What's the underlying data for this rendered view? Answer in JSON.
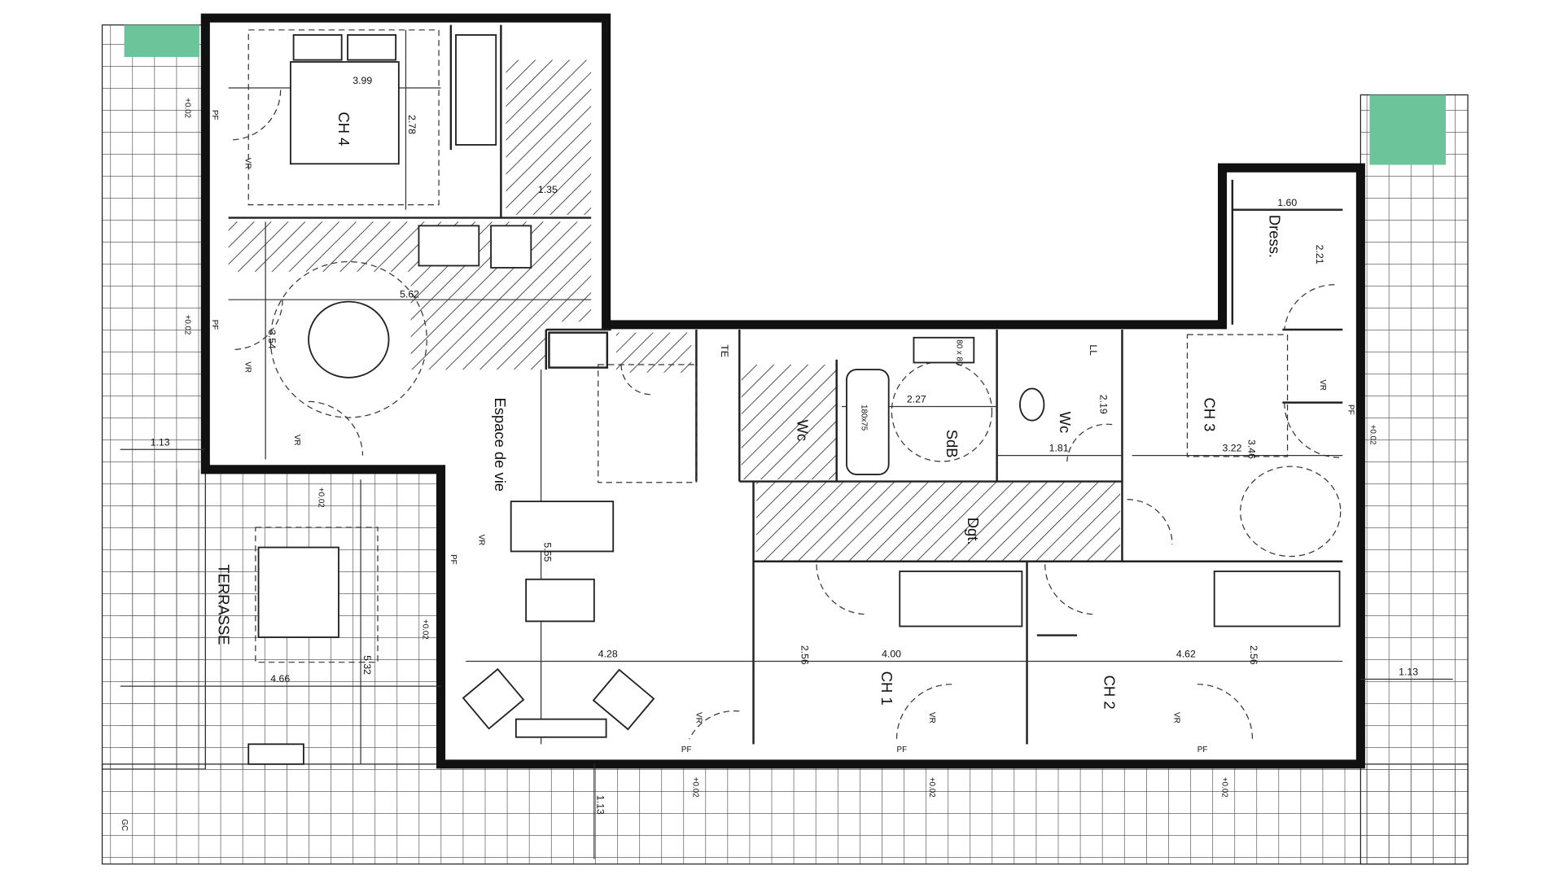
{
  "colors": {
    "wall": "#111111",
    "planter": "#6cc59a",
    "background": "#ffffff"
  },
  "rooms": {
    "ch4": "CH 4",
    "espace_de_vie": "Espace de vie",
    "terrasse": "TERRASSE",
    "ch1": "CH 1",
    "ch2": "CH 2",
    "ch3": "CH 3",
    "dress": "Dress.",
    "wc1": "Wc",
    "sdb": "SdB",
    "wc2": "Wc",
    "dgt": "Dgt.",
    "te": "TE",
    "ll": "LL",
    "gc": "GC"
  },
  "dimensions": {
    "ch4_width": "3.99",
    "ch4_depth": "2.78",
    "ch4_bath": "1.35",
    "kitchen": "5.62",
    "dining": "3.54",
    "living_depth": "5.55",
    "living_width": "4.28",
    "terrace_width": "4.66",
    "terrace_depth": "5.32",
    "terrace_left": "1.13",
    "terrace_right": "1.13",
    "terrace_bottom": "1.13",
    "ch1_width": "4.00",
    "ch1_depth": "2.56",
    "ch2_width": "4.62",
    "ch2_depth": "2.56",
    "ch3_width": "3.22",
    "ch3_depth": "3.46",
    "dress_width": "1.60",
    "dress_depth": "2.21",
    "sdb_width": "2.27",
    "wc_width": "1.81",
    "wc_depth": "2.19",
    "bathtub": "180x75",
    "shower": "80 x 80"
  },
  "annotations": {
    "level": "+0.02",
    "pf": "PF",
    "vr": "VR"
  }
}
